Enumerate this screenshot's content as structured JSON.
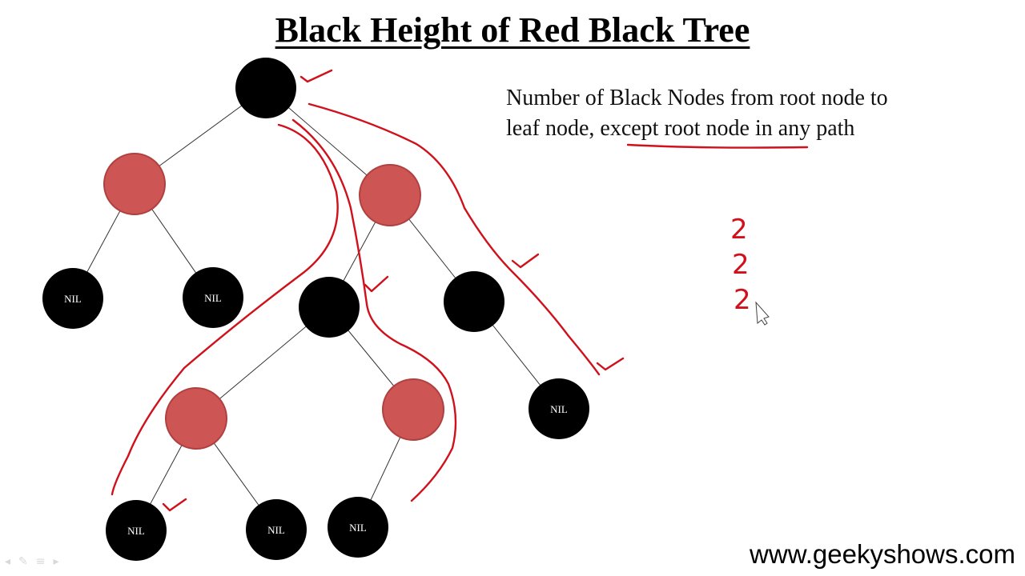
{
  "title": "Black Height of Red Black Tree",
  "definition": {
    "line1": "Number of Black Nodes from root node to",
    "line2": "leaf node, except root node in any path"
  },
  "nil_label": "NIL",
  "counts": [
    "2",
    "2",
    "2"
  ],
  "website": "www.geekyshows.com",
  "colors": {
    "black_node": "#000000",
    "red_node": "#cd5554",
    "red_node_border": "#b0403f",
    "annotation_ink": "#d0101a"
  },
  "tree": {
    "nodes": [
      {
        "id": "root",
        "color": "black",
        "nil": false
      },
      {
        "id": "red-left",
        "color": "red",
        "nil": false
      },
      {
        "id": "red-right",
        "color": "red",
        "nil": false
      },
      {
        "id": "nil-1",
        "color": "black",
        "nil": true
      },
      {
        "id": "nil-2",
        "color": "black",
        "nil": true
      },
      {
        "id": "black-mid",
        "color": "black",
        "nil": false
      },
      {
        "id": "black-right",
        "color": "black",
        "nil": false
      },
      {
        "id": "red-lower-left",
        "color": "red",
        "nil": false
      },
      {
        "id": "red-lower-right",
        "color": "red",
        "nil": false
      },
      {
        "id": "nil-3",
        "color": "black",
        "nil": true
      },
      {
        "id": "nil-4",
        "color": "black",
        "nil": true
      },
      {
        "id": "nil-5",
        "color": "black",
        "nil": true
      },
      {
        "id": "nil-6",
        "color": "black",
        "nil": true
      }
    ],
    "edges": [
      [
        "root",
        "red-left"
      ],
      [
        "root",
        "red-right"
      ],
      [
        "red-left",
        "nil-1"
      ],
      [
        "red-left",
        "nil-2"
      ],
      [
        "red-right",
        "black-mid"
      ],
      [
        "red-right",
        "black-right"
      ],
      [
        "black-mid",
        "red-lower-left"
      ],
      [
        "black-mid",
        "red-lower-right"
      ],
      [
        "black-right",
        "nil-3"
      ],
      [
        "red-lower-left",
        "nil-4"
      ],
      [
        "red-lower-left",
        "nil-5"
      ],
      [
        "red-lower-right",
        "nil-6"
      ]
    ]
  }
}
